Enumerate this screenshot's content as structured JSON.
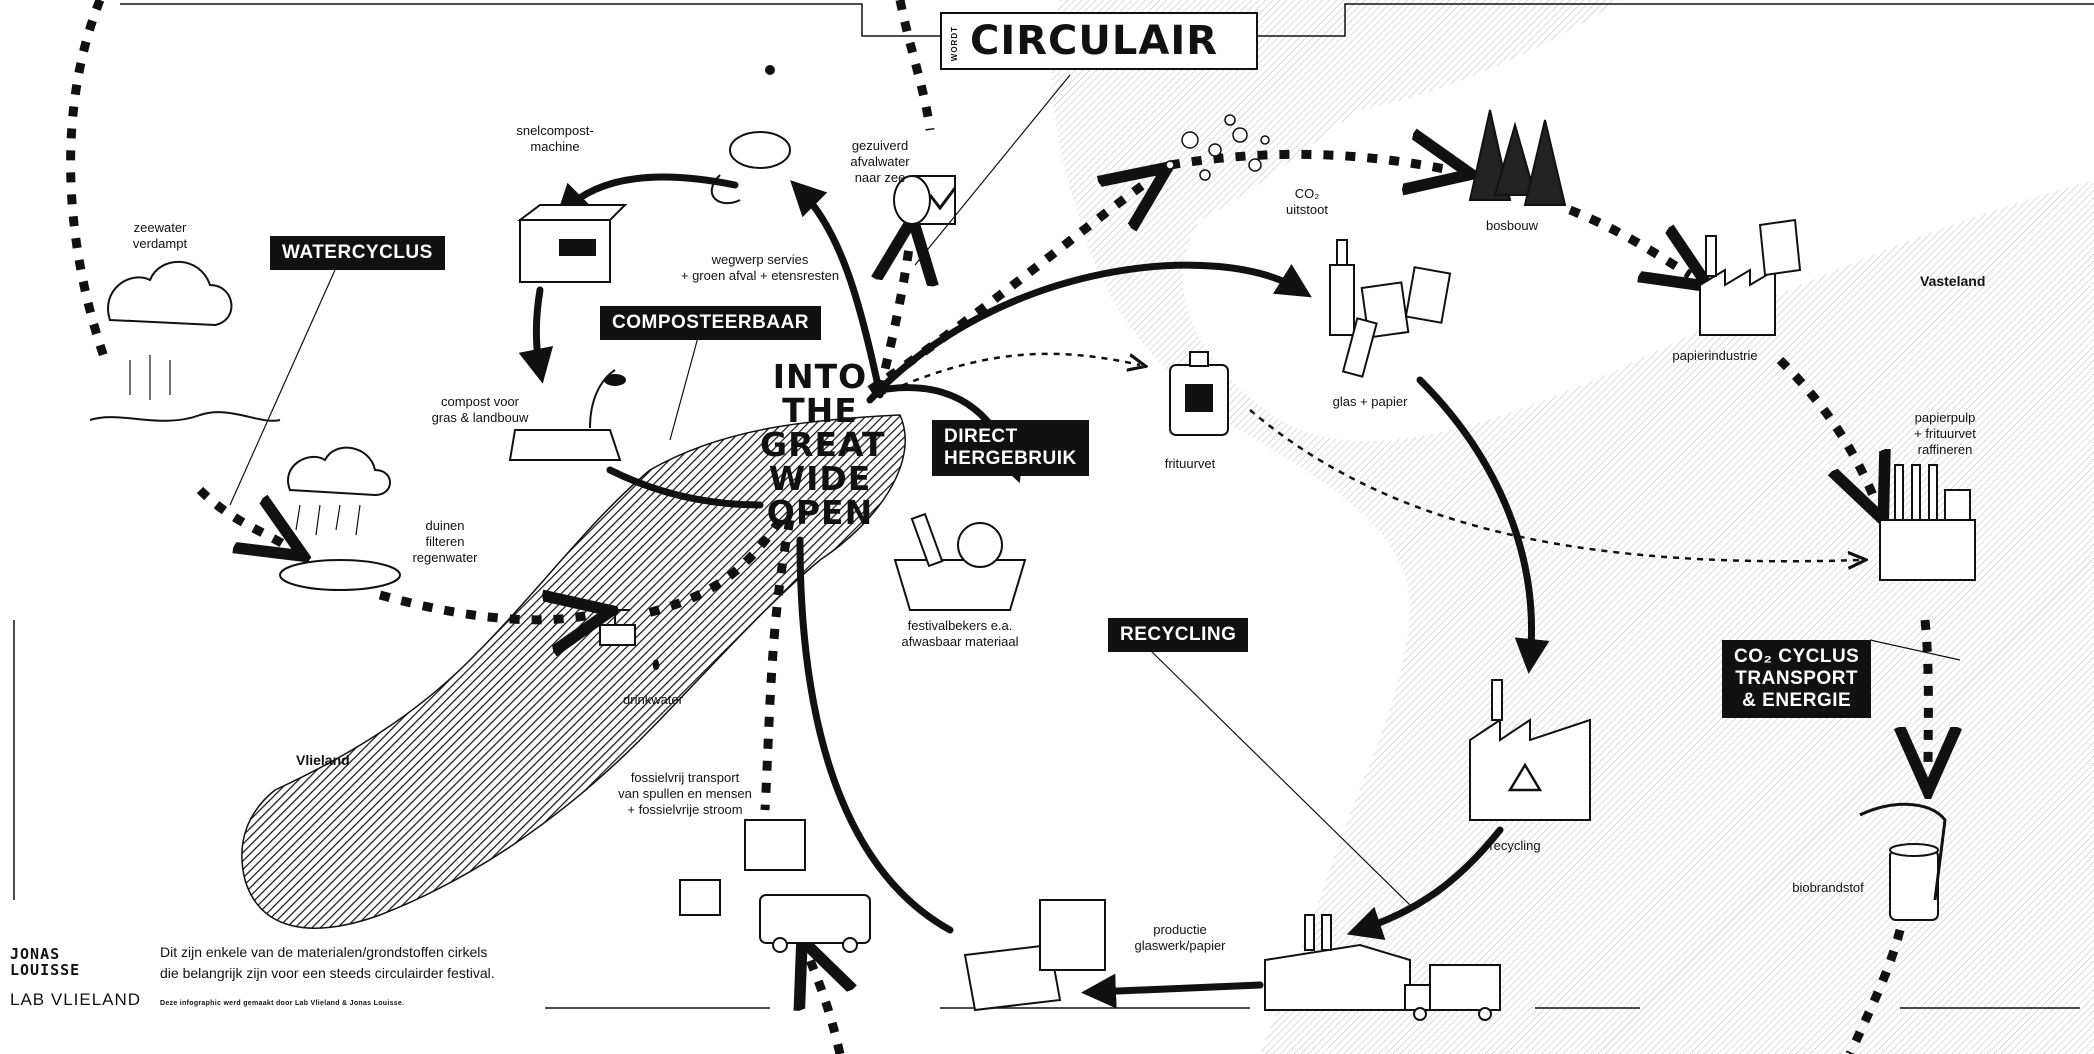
{
  "header": {
    "prefix": "WORDT",
    "title": "CIRCULAIR"
  },
  "center_title": "INTO\nTHE\nGREAT\nWIDE\nOPEN",
  "tags": {
    "watercyclus": "WATERCYCLUS",
    "composteerbaar": "COMPOSTEERBAAR",
    "direct_hergebruik": "DIRECT\nHERGEBRUIK",
    "recycling": "RECYCLING",
    "co2": "CO₂ CYCLUS\nTRANSPORT\n& ENERGIE"
  },
  "regions": {
    "vlieland": "Vlieland",
    "vasteland": "Vasteland"
  },
  "labels": {
    "zeewater": "zeewater\nverdampt",
    "snelcompost": "snelcompost-\nmachine",
    "wegwerp": "wegwerp servies\n+ groen afval + etensresten",
    "gezuiverd": "gezuiverd\nafvalwater\nnaar zee",
    "co2_uitstoot": "CO₂\nuitstoot",
    "bosbouw": "bosbouw",
    "papierindustrie": "papierindustrie",
    "compost": "compost voor\ngras & landbouw",
    "glas_papier": "glas + papier",
    "frituurvet": "frituurvet",
    "papierpulp": "papierpulp\n+ frituurvet\nraffineren",
    "duinen": "duinen\nfilteren\nregenwater",
    "festivalbekers": "festivalbekers e.a.\nafwasbaar materiaal",
    "drinkwater": "drinkwater",
    "recycling_small": "recycling",
    "fossielvrij": "fossielvrij transport\nvan spullen en mensen\n+ fossielvrije stroom",
    "biobrandstof": "biobrandstof",
    "productie": "productie\nglaswerk/papier"
  },
  "footer": {
    "logo_text": "JONAS\nLOUISSE",
    "logo_lab": "LAB VLIELAND",
    "intro": "Dit zijn enkele van de materialen/grondstoffen cirkels\ndie belangrijk zijn voor een steeds circulairder festival.",
    "credit": "Deze infographic werd gemaakt door Lab Vlieland & Jonas Louisse."
  },
  "icons": [
    "cloud-rain-icon",
    "compost-machine-icon",
    "food-waste-icon",
    "pipe-icon",
    "molecules-icon",
    "trees-icon",
    "factory-icon",
    "plant-soil-icon",
    "bottles-papers-icon",
    "oil-jug-icon",
    "refinery-icon",
    "rain-dunes-icon",
    "dish-rack-icon",
    "water-tap-icon",
    "recycling-factory-icon",
    "ev-transport-icon",
    "fuel-pump-icon",
    "crates-icon",
    "production-plant-icon",
    "truck-icon"
  ]
}
